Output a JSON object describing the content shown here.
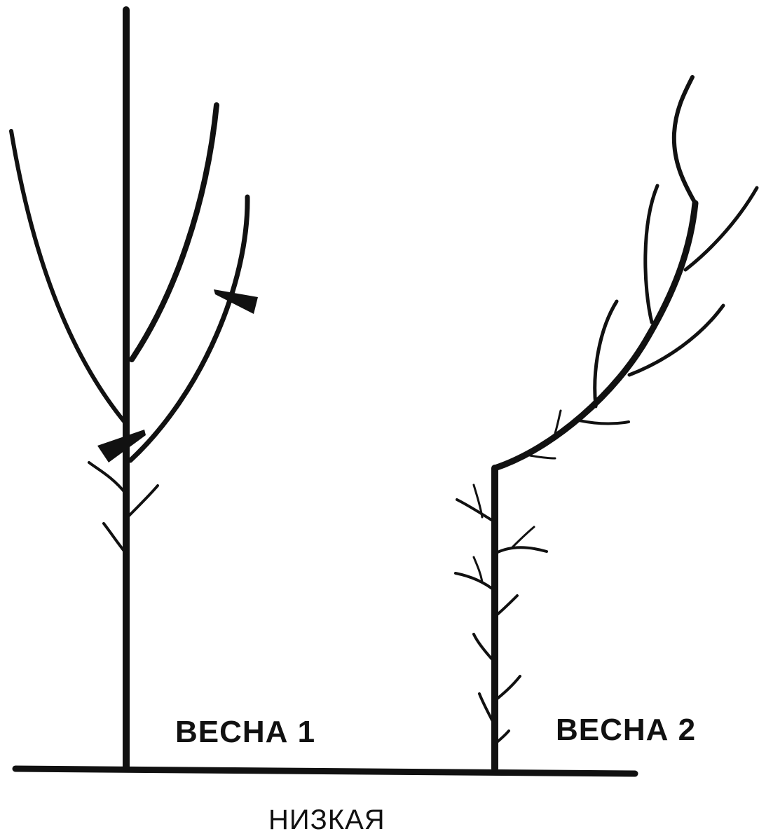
{
  "diagram": {
    "labels": {
      "spring_1": "ВЕСНА 1",
      "spring_2": "ВЕСНА 2",
      "caption": "НИЗКАЯ"
    },
    "colors": {
      "ink": "#111111",
      "background": "#ffffff"
    }
  }
}
